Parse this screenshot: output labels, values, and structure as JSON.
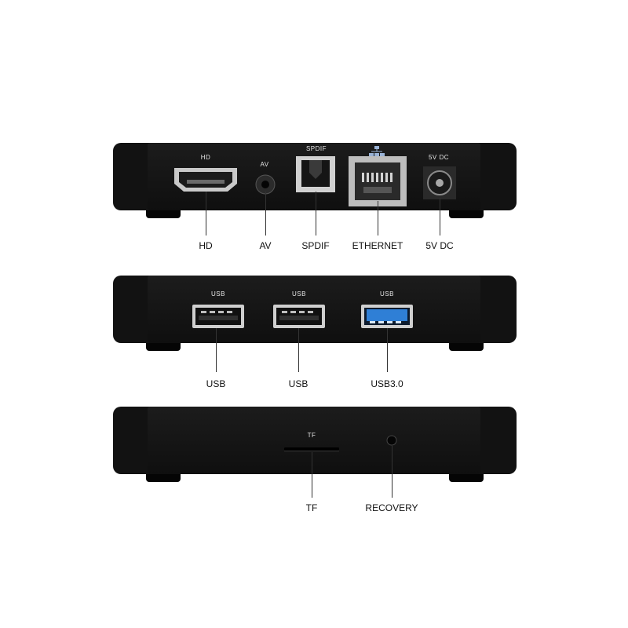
{
  "rear_panel": {
    "port_labels": {
      "hd": "HD",
      "av": "AV",
      "spdif": "SPDIF",
      "dc": "5V DC"
    },
    "callouts": {
      "hd": "HD",
      "av": "AV",
      "spdif": "SPDIF",
      "ethernet": "ETHERNET",
      "dc": "5V DC"
    },
    "ethernet_icon": "network-icon"
  },
  "usb_panel": {
    "port_labels": {
      "usb1": "USB",
      "usb2": "USB",
      "usb3": "USB"
    },
    "callouts": {
      "usb1": "USB",
      "usb2": "USB",
      "usb3": "USB3.0"
    },
    "colors": {
      "usb3_insert": "#2f7fd6"
    }
  },
  "side_panel": {
    "port_labels": {
      "tf": "TF"
    },
    "callouts": {
      "tf": "TF",
      "recovery": "RECOVERY"
    }
  }
}
